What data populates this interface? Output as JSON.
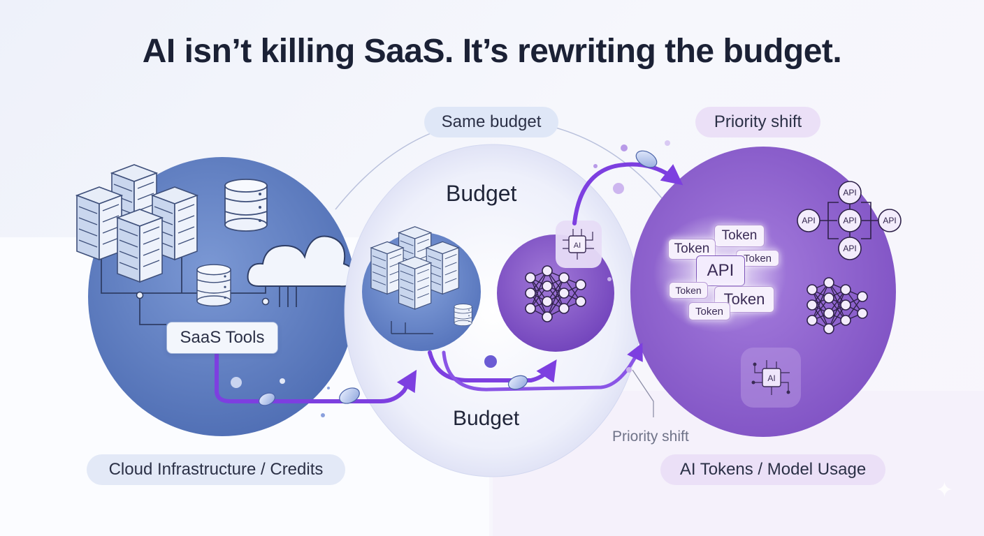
{
  "title": "AI isn’t killing SaaS. It’s rewriting the budget.",
  "labels": {
    "same_budget": "Same budget",
    "priority_shift_top": "Priority shift",
    "budget_top": "Budget",
    "budget_bottom": "Budget",
    "saas_tools": "SaaS Tools",
    "priority_shift_note": "Priority shift",
    "cloud": "Cloud Infrastructure / Credits",
    "ai_tokens": "AI Tokens / Model Usage"
  },
  "tokens": {
    "t1": "Token",
    "t2": "Token",
    "t3": "Token",
    "api_main": "API",
    "t4": "Token",
    "t5": "Token",
    "t6": "Token"
  },
  "api_nodes": [
    "API",
    "API",
    "API",
    "API",
    "API"
  ],
  "chip_text": {
    "chip1": "AI",
    "chip2": "AI"
  },
  "colors": {
    "left_circle": "#5f7fc2",
    "middle_circle": "#e9ecfa",
    "inner_blue": "#6b8bcf",
    "inner_purple": "#8a5ec8",
    "right_circle": "#8e5fcd",
    "arrow": "#7d3fe0"
  },
  "icons": [
    "server-rack-icon",
    "database-icon",
    "cloud-icon",
    "neural-network-icon",
    "ai-chip-icon",
    "coin-icon",
    "sparkle-icon"
  ]
}
